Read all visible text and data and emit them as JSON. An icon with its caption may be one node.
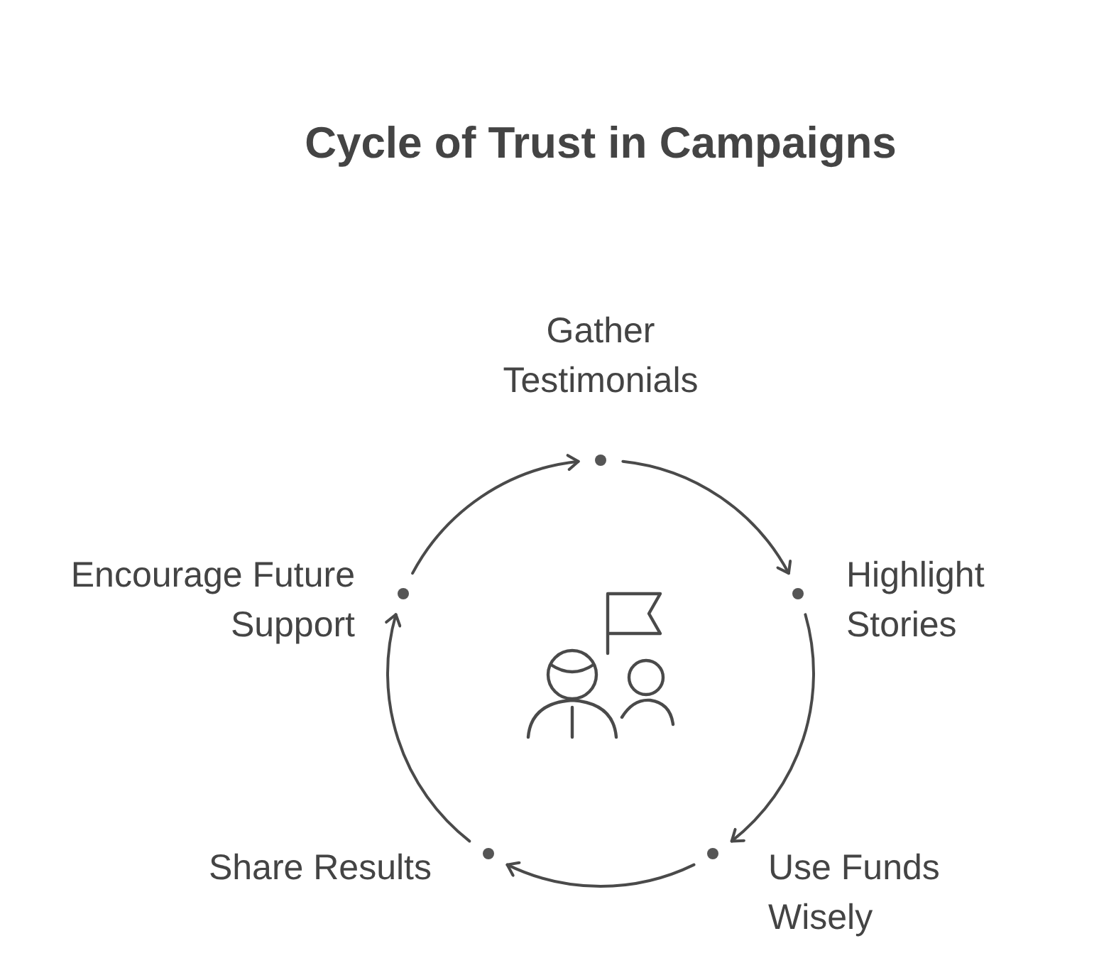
{
  "diagram": {
    "title": "Cycle of Trust in Campaigns",
    "nodes": [
      {
        "text": [],
        "shape": "circle",
        "beside": [
          "Gather Testimonials"
        ]
      },
      {
        "text": [],
        "shape": "circle",
        "beside": [
          "Highlight Stories"
        ]
      },
      {
        "text": [],
        "shape": "circle",
        "beside": [
          "Use Funds Wisely"
        ]
      },
      {
        "text": [],
        "shape": "circle",
        "beside": [
          "Share Results"
        ]
      },
      {
        "text": [],
        "shape": "circle",
        "beside": [
          "Encourage Future Support"
        ]
      }
    ],
    "edges": [
      {
        "from": 0,
        "to": 1,
        "arrow": "to"
      },
      {
        "from": 1,
        "to": 2,
        "arrow": "to"
      },
      {
        "from": 2,
        "to": 3,
        "arrow": "to"
      },
      {
        "from": 3,
        "to": 4,
        "arrow": "to"
      },
      {
        "from": 4,
        "to": 0,
        "arrow": "to"
      }
    ]
  }
}
